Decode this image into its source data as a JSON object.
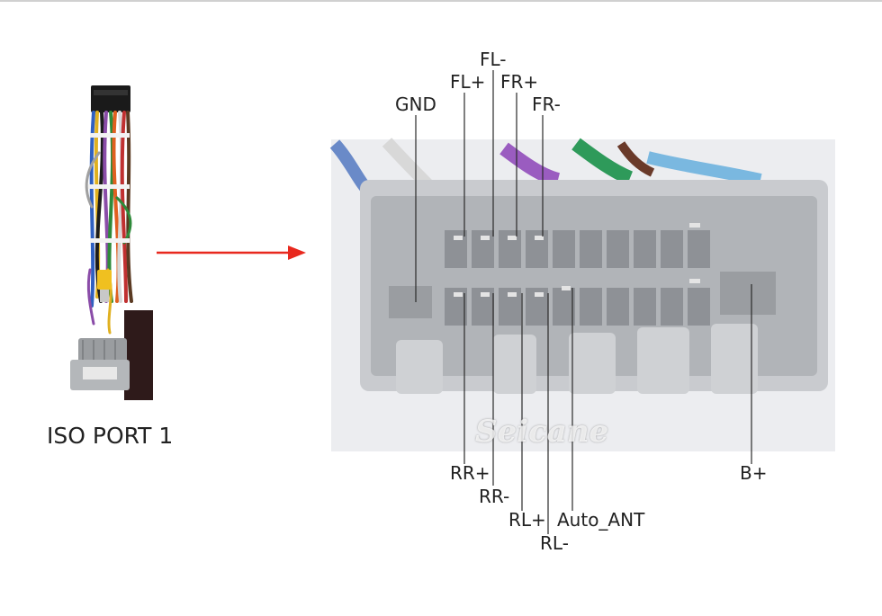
{
  "caption": "ISO PORT 1",
  "watermark": "Seicane",
  "arrow_color": "#e8281e",
  "labels": {
    "gnd": "GND",
    "fl_plus": "FL+",
    "fl_minus": "FL-",
    "fr_plus": "FR+",
    "fr_minus": "FR-",
    "rr_plus": "RR+",
    "rr_minus": "RR-",
    "rl_plus": "RL+",
    "rl_minus": "RL-",
    "auto_ant": "Auto_ANT",
    "b_plus": "B+"
  }
}
